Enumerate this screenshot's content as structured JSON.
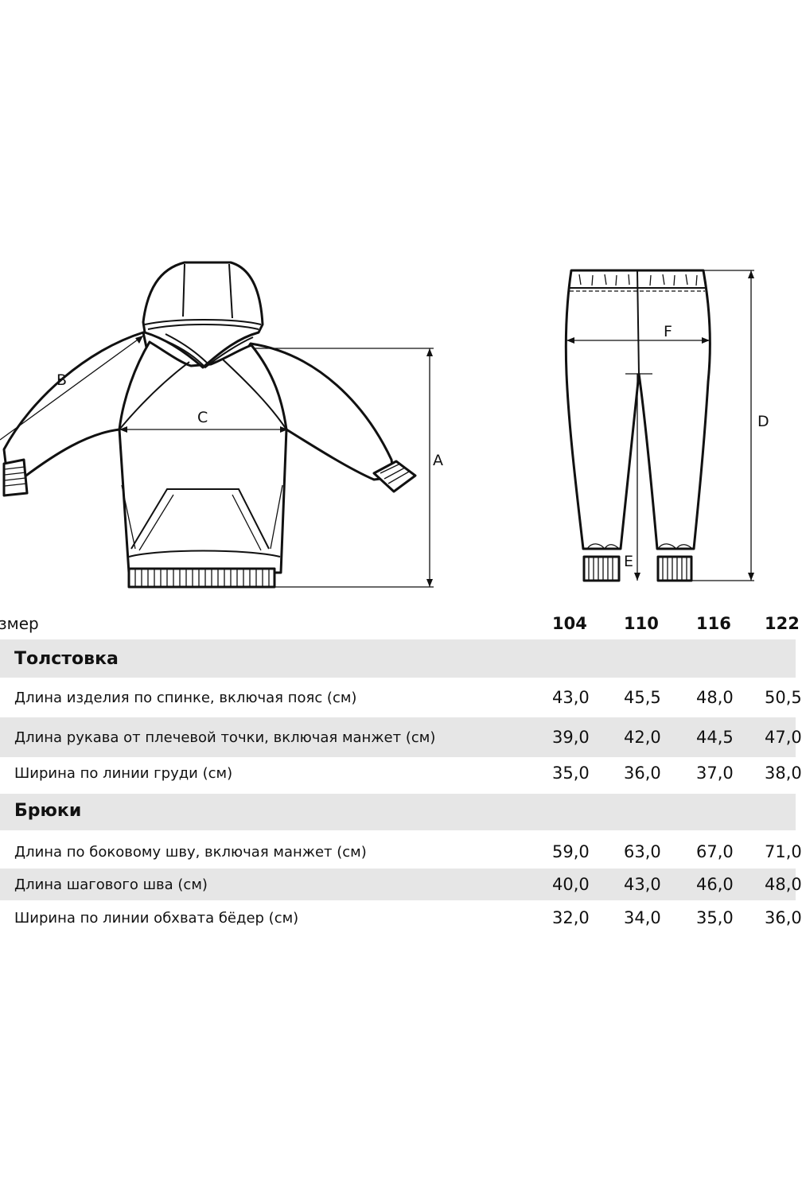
{
  "diagram_labels": {
    "hoodie": [
      "A",
      "B",
      "C"
    ],
    "pants": [
      "D",
      "E",
      "F"
    ]
  },
  "table": {
    "size_label": "змер",
    "sizes": [
      "104",
      "110",
      "116",
      "122"
    ],
    "sections": [
      {
        "title": "Толстовка",
        "rows": [
          {
            "label": "Длина изделия по спинке, включая пояс (см)",
            "values": [
              "43,0",
              "45,5",
              "48,0",
              "50,5"
            ]
          },
          {
            "label": "Длина рукава от плечевой точки, включая манжет (см)",
            "values": [
              "39,0",
              "42,0",
              "44,5",
              "47,0"
            ]
          },
          {
            "label": "Ширина по линии груди (см)",
            "values": [
              "35,0",
              "36,0",
              "37,0",
              "38,0"
            ]
          }
        ]
      },
      {
        "title": "Брюки",
        "rows": [
          {
            "label": "Длина по боковому шву, включая манжет (см)",
            "values": [
              "59,0",
              "63,0",
              "67,0",
              "71,0"
            ]
          },
          {
            "label": "Длина шагового шва (см)",
            "values": [
              "40,0",
              "43,0",
              "46,0",
              "48,0"
            ]
          },
          {
            "label": "Ширина по линии обхвата бёдер (см)",
            "values": [
              "32,0",
              "34,0",
              "35,0",
              "36,0"
            ]
          }
        ]
      }
    ]
  }
}
